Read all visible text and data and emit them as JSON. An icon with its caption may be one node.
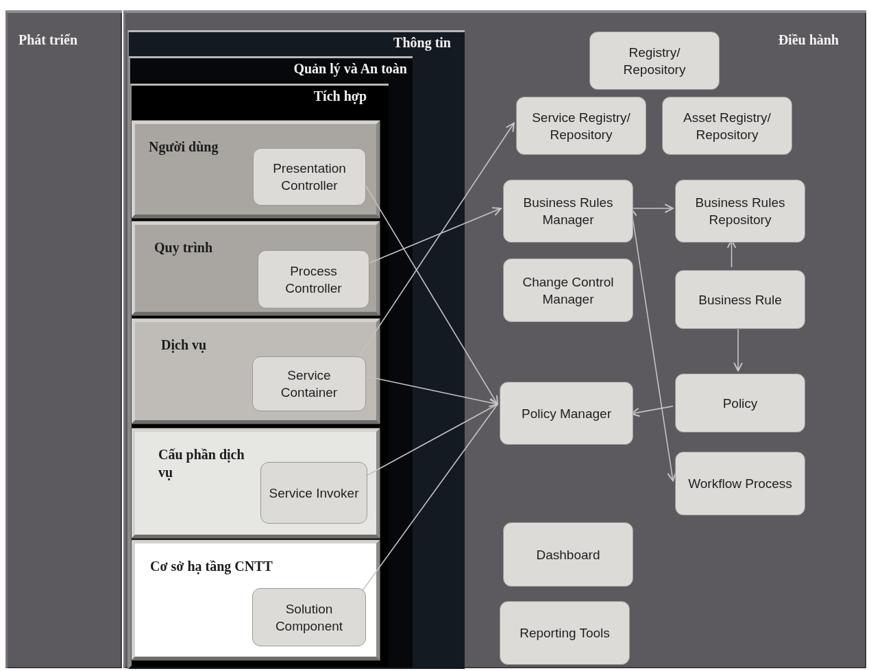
{
  "diagram": {
    "nodes": [
      {
        "text": [
          "Phát triển"
        ]
      },
      {
        "text": [
          "Điều hành"
        ]
      },
      {
        "text": [
          "Thông tin"
        ],
        "in": 1
      },
      {
        "text": [
          "Quản lý và An toàn"
        ],
        "in": 2
      },
      {
        "text": [
          "Tích hợp"
        ],
        "in": 3
      },
      {
        "text": [
          "Người dùng"
        ],
        "in": 4
      },
      {
        "text": [
          "Presentation Controller"
        ],
        "in": 5
      },
      {
        "text": [
          "Quy trình"
        ],
        "in": 4
      },
      {
        "text": [
          "Process Controller"
        ],
        "in": 7
      },
      {
        "text": [
          "Dịch vụ"
        ],
        "in": 4
      },
      {
        "text": [
          "Service Container"
        ],
        "in": 9
      },
      {
        "text": [
          "Cấu phần dịch vụ"
        ],
        "in": 4
      },
      {
        "text": [
          "Service Invoker"
        ],
        "in": 11
      },
      {
        "text": [
          "Cơ sở hạ tầng CNTT"
        ],
        "in": 4
      },
      {
        "text": [
          "Solution Component"
        ],
        "in": 13
      },
      {
        "text": [
          "Registry/ Repository"
        ],
        "in": 1
      },
      {
        "text": [
          "Service Registry/ Repository"
        ],
        "in": 1
      },
      {
        "text": [
          "Asset Registry/ Repository"
        ],
        "in": 1
      },
      {
        "text": [
          "Business Rules Manager"
        ],
        "in": 1
      },
      {
        "text": [
          "Business Rules Repository"
        ],
        "in": 1
      },
      {
        "text": [
          "Change Control Manager"
        ],
        "in": 1
      },
      {
        "text": [
          "Business Rule"
        ],
        "in": 1
      },
      {
        "text": [
          "Policy Manager"
        ],
        "in": 1
      },
      {
        "text": [
          "Policy"
        ],
        "in": 1
      },
      {
        "text": [
          "Workflow Process"
        ],
        "in": 1
      },
      {
        "text": [
          "Dashboard"
        ],
        "in": 1
      },
      {
        "text": [
          "Reporting Tools"
        ],
        "in": 1
      }
    ],
    "edges": [
      {
        "from": 6,
        "to": 22,
        "arrow": "to"
      },
      {
        "from": 8,
        "to": 18,
        "arrow": "both"
      },
      {
        "from": 10,
        "to": 16,
        "arrow": "to"
      },
      {
        "from": 10,
        "to": 22,
        "arrow": "to"
      },
      {
        "from": 22,
        "to": 12,
        "arrow": "to"
      },
      {
        "from": 22,
        "to": 14,
        "arrow": "to"
      },
      {
        "from": 18,
        "to": 19,
        "arrow": "to"
      },
      {
        "from": 21,
        "to": 19,
        "arrow": "to"
      },
      {
        "from": 21,
        "to": 23,
        "arrow": "to"
      },
      {
        "from": 23,
        "to": 22,
        "arrow": "to"
      },
      {
        "from": 18,
        "to": 24,
        "arrow": "both"
      }
    ]
  }
}
